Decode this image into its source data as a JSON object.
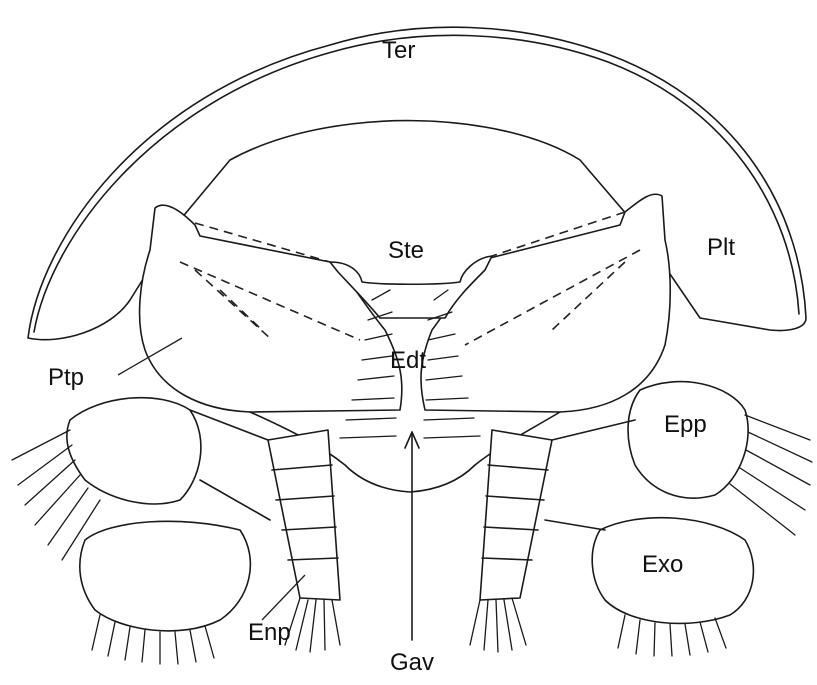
{
  "labels": {
    "ter": "Ter",
    "ste": "Ste",
    "plt": "Plt",
    "ptp": "Ptp",
    "edt": "Edt",
    "epp": "Epp",
    "exo": "Exo",
    "enp": "Enp",
    "gav": "Gav"
  }
}
